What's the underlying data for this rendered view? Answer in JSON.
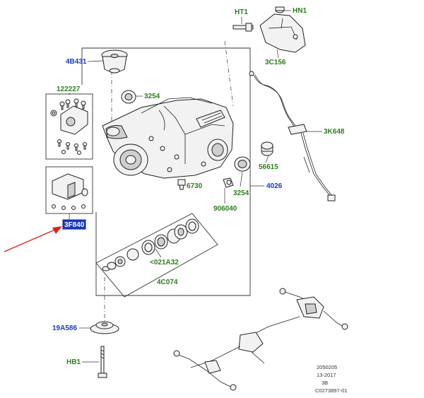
{
  "diagram": {
    "callouts": [
      {
        "id": "ht1",
        "text": "HT1"
      },
      {
        "id": "hn1",
        "text": "HN1"
      },
      {
        "id": "4b431",
        "text": "4B431"
      },
      {
        "id": "3c156",
        "text": "3C156"
      },
      {
        "id": "122227",
        "text": "122227"
      },
      {
        "id": "3254a",
        "text": "3254"
      },
      {
        "id": "3k648",
        "text": "3K648"
      },
      {
        "id": "56615",
        "text": "56615"
      },
      {
        "id": "6730",
        "text": "6730"
      },
      {
        "id": "3254b",
        "text": "3254"
      },
      {
        "id": "4026",
        "text": "4026"
      },
      {
        "id": "906040",
        "text": "906040"
      },
      {
        "id": "3f840",
        "text": "3F840"
      },
      {
        "id": "021a32",
        "text": "<021A32"
      },
      {
        "id": "4c074",
        "text": "4C074"
      },
      {
        "id": "19a586",
        "text": "19A586"
      },
      {
        "id": "hb1",
        "text": "HB1"
      }
    ],
    "colors": {
      "green": "#2e7d1f",
      "blue": "#1a39c8",
      "arrow": "#e0201a",
      "highlight": "#1a39c8"
    },
    "footer": {
      "line1": "2050205",
      "line2": "13-2017",
      "line3": "3B",
      "line4": "C0273897-01"
    }
  }
}
